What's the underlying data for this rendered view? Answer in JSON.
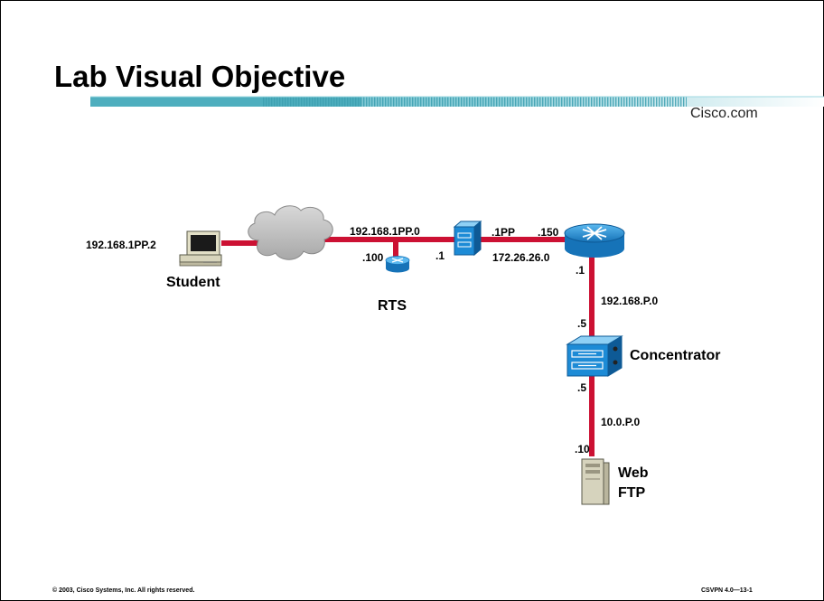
{
  "slide": {
    "title": "Lab Visual Objective",
    "brand": "Cisco.com"
  },
  "labels": {
    "student_ip": "192.168.1PP.2",
    "student": "Student",
    "outer_net": "192.168.1PP.0",
    "rts_addr": ".100",
    "rts": "RTS",
    "rts_side_addr": ".1",
    "fw_addr": ".1PP",
    "router_addr": ".150",
    "inner_net": "172.26.26.0",
    "router_down_addr": ".1",
    "conc_net": "192.168.P.0",
    "conc_top_addr": ".5",
    "concentrator": "Concentrator",
    "conc_bottom_addr": ".5",
    "server_net": "10.0.P.0",
    "server_addr": ".10",
    "web": "Web",
    "ftp": "FTP"
  },
  "footer": {
    "copyright": "© 2003, Cisco Systems, Inc. All rights reserved.",
    "course": "CSVPN 4.0—13-1"
  },
  "colors": {
    "link": "#cc1133",
    "device_blue": "#1d8bd6",
    "banner_teal": "#5fb8c8"
  },
  "icons": [
    "pc-icon",
    "cloud-icon",
    "router-icon",
    "pix-firewall-icon",
    "vpn-concentrator-icon",
    "server-icon"
  ]
}
